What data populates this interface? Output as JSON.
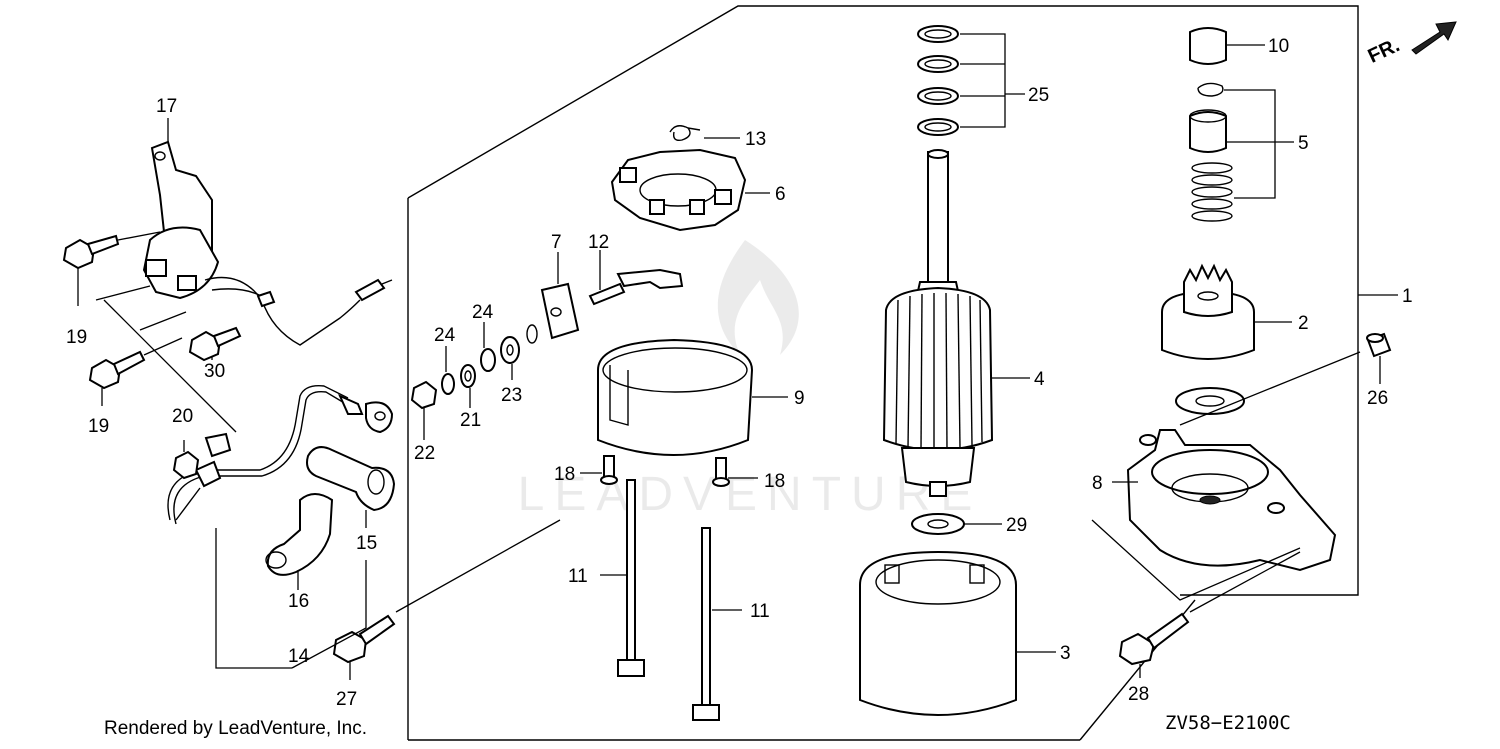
{
  "diagram": {
    "credit": "Rendered by LeadVenture, Inc.",
    "diagram_code": "ZV58−E2100C",
    "direction_label": "FR.",
    "watermark": "LEADVENTURE",
    "callouts": {
      "p1": "1",
      "p2": "2",
      "p3": "3",
      "p4": "4",
      "p5": "5",
      "p6": "6",
      "p7": "7",
      "p8": "8",
      "p9": "9",
      "p10": "10",
      "p11a": "11",
      "p11b": "11",
      "p12": "12",
      "p13": "13",
      "p14": "14",
      "p15": "15",
      "p16": "16",
      "p17": "17",
      "p18a": "18",
      "p18b": "18",
      "p19a": "19",
      "p19b": "19",
      "p20": "20",
      "p21": "21",
      "p22": "22",
      "p23": "23",
      "p24a": "24",
      "p24b": "24",
      "p25": "25",
      "p26": "26",
      "p27": "27",
      "p28": "28",
      "p29": "29",
      "p30": "30"
    }
  }
}
